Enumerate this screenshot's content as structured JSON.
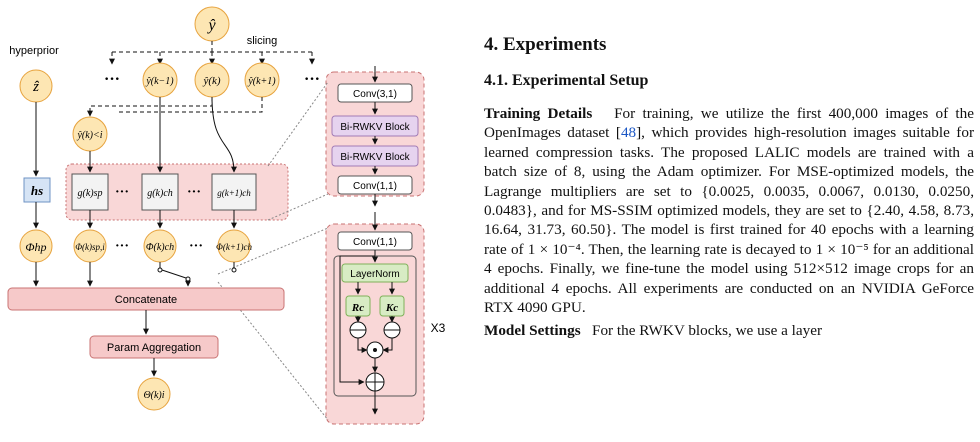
{
  "figure": {
    "labels": {
      "y_hat": "ŷ",
      "slicing": "slicing",
      "hyperprior": "hyperprior",
      "z_hat": "ẑ",
      "y_k_minus_1": "ŷ(k−1)",
      "y_k": "ŷ(k)",
      "y_k_plus_1": "ŷ(k+1)",
      "y_lt_i": "ŷ(k)<i",
      "h_s": "hs",
      "g_sp": "g(k)sp",
      "g_ch": "g(k)ch",
      "g_ch_next": "g(k+1)ch",
      "phi_hp": "Φhp",
      "phi_sp": "Φ(k)sp,i",
      "phi_ch": "Φ(k)ch",
      "phi_ch_next": "Φ(k+1)ch",
      "theta": "Θ(k)i",
      "ellipsis": "···",
      "repeat": "X3"
    },
    "blocks": {
      "concatenate": "Concatenate",
      "param_aggregation": "Param Aggregation",
      "conv31": "Conv(3,1)",
      "bi_rwkv_1": "Bi-RWKV Block",
      "bi_rwkv_2": "Bi-RWKV Block",
      "conv11_top": "Conv(1,1)",
      "conv11_bottom": "Conv(1,1)",
      "layernorm": "LayerNorm",
      "rc": "Rc",
      "kc": "Kc"
    },
    "colors": {
      "node_fill": "#fde6b3",
      "node_stroke": "#e7a33e",
      "block_fill": "#f6c9c9",
      "block_stroke": "#c97373",
      "panel_fill": "#f9d7d7",
      "rwkv_fill": "#e6d3ef",
      "rwkv_stroke": "#a27bb5",
      "green_fill": "#d8ecc4",
      "green_stroke": "#7fb15a",
      "hs_fill": "#d6e4f5",
      "hs_stroke": "#6f93c4",
      "cite_color": "#1a56c4"
    }
  },
  "text": {
    "section_title": "4. Experiments",
    "subsection_title": "4.1. Experimental Setup",
    "p1_head": "Training Details",
    "p1_a": "For training, we utilize the first 400,000 images of the OpenImages dataset [",
    "p1_cite": "48",
    "p1_b": "], which provides high-resolution images suitable for learned compression tasks. The proposed LALIC models are trained with a batch size of 8, using the Adam optimizer. For MSE-optimized models, the Lagrange multipliers are set to {0.0025, 0.0035, 0.0067, 0.0130, 0.0250, 0.0483}, and for MS-SSIM optimized models, they are set to {2.40, 4.58, 8.73, 16.64, 31.73, 60.50}. The model is first trained for 40 epochs with a learning rate of 1 × 10⁻⁴. Then, the learning rate is decayed to 1 × 10⁻⁵ for an additional 4 epochs. Finally, we fine-tune the model using 512×512 image crops for an additional 4 epochs. All experiments are conducted on an NVIDIA GeForce RTX 4090 GPU.",
    "p2_head": "Model Settings",
    "p2_a": "For the RWKV blocks, we use a layer"
  }
}
